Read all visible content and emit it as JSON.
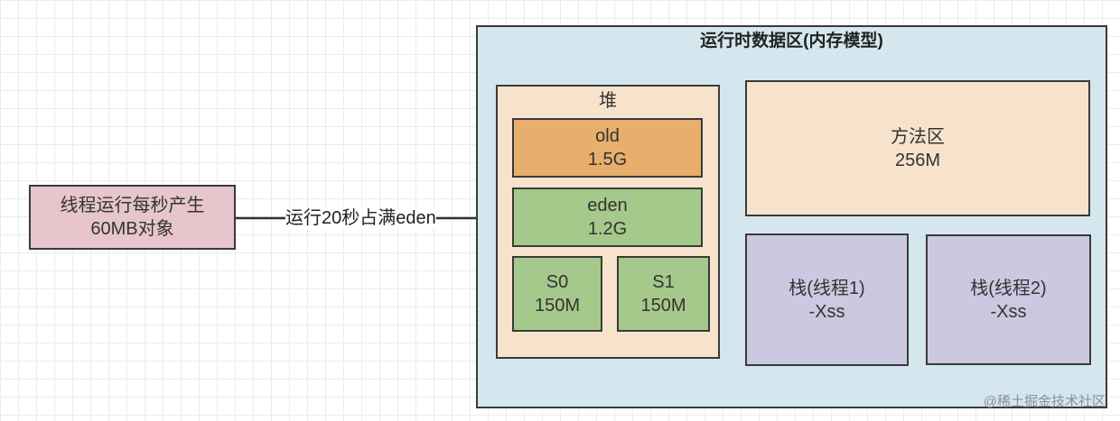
{
  "source": {
    "line1": "线程运行每秒产生",
    "line2": "60MB对象"
  },
  "arrow": {
    "label": "运行20秒占满eden"
  },
  "runtime_area": {
    "title": "运行时数据区(内存模型)"
  },
  "heap": {
    "title": "堆",
    "old": {
      "name": "old",
      "size": "1.5G"
    },
    "eden": {
      "name": "eden",
      "size": "1.2G"
    },
    "s0": {
      "name": "S0",
      "size": "150M"
    },
    "s1": {
      "name": "S1",
      "size": "150M"
    }
  },
  "method_area": {
    "name": "方法区",
    "size": "256M"
  },
  "stacks": [
    {
      "name": "栈(线程1)",
      "param": "-Xss"
    },
    {
      "name": "栈(线程2)",
      "param": "-Xss"
    }
  ],
  "watermark": "@稀土掘金技术社区",
  "colors": {
    "source_fill": "#e6c5cc",
    "runtime_fill": "#d4e7ee",
    "heap_fill": "#f7e3cc",
    "old_fill": "#e8ae6c",
    "young_fill": "#a4c98a",
    "stack_fill": "#cbc8e0"
  }
}
